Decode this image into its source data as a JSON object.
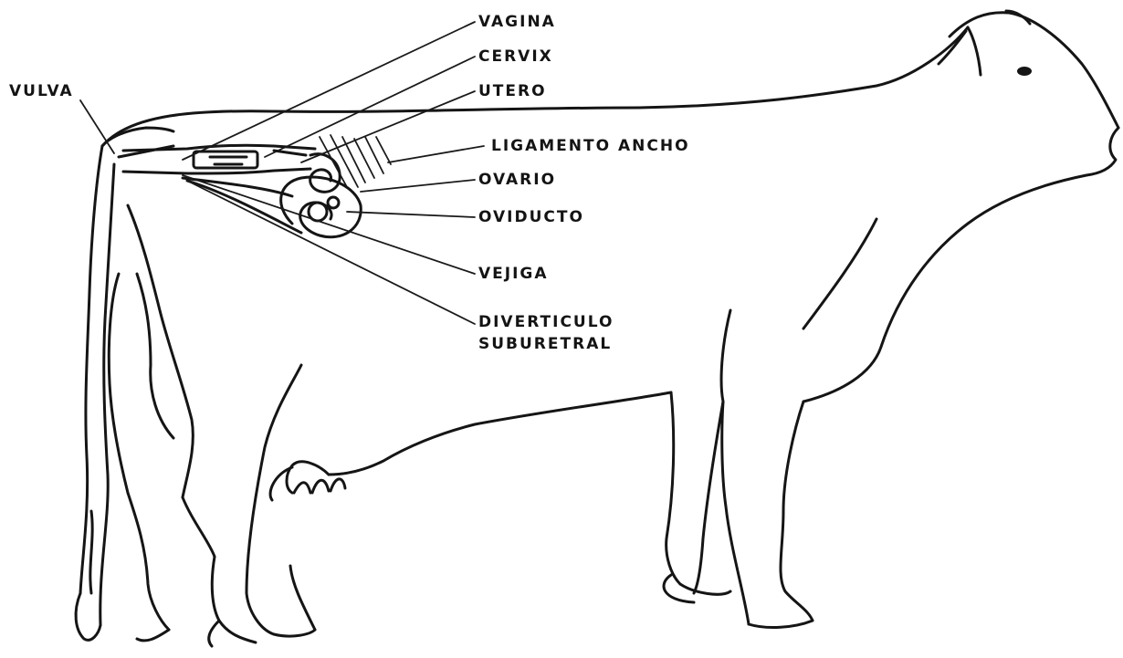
{
  "labels": {
    "vulva": "VULVA",
    "vagina": "VAGINA",
    "cervix": "CERVIX",
    "utero": "UTERO",
    "ligamento_ancho": "LIGAMENTO ANCHO",
    "ovario": "OVARIO",
    "oviducto": "OVIDUCTO",
    "vejiga": "VEJIGA",
    "diverticulo_line1": "DIVERTICULO",
    "diverticulo_line2": "SUBURETRAL"
  },
  "colors": {
    "ink": "#151515",
    "background": "#ffffff"
  }
}
